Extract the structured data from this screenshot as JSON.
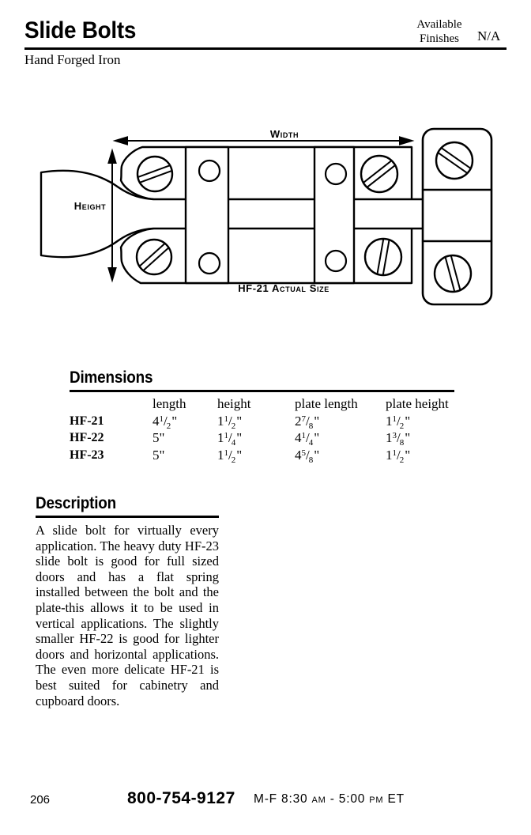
{
  "header": {
    "title": "Slide Bolts",
    "subtitle": "Hand Forged Iron",
    "available_line1": "Available",
    "available_line2": "Finishes",
    "finishes_value": "N/A"
  },
  "diagram": {
    "width_label": "Width",
    "height_label": "Height",
    "caption": "HF-21 Actual Size"
  },
  "dimensions": {
    "heading": "Dimensions",
    "columns": [
      "length",
      "height",
      "plate length",
      "plate height"
    ],
    "rows": [
      {
        "model": "HF-21",
        "length": "4 1/2\"",
        "height": "1 1/2\"",
        "plate_length": "2 7/8\"",
        "plate_height": "1 1/2\""
      },
      {
        "model": "HF-22",
        "length": "5\"",
        "height": "1 1/4\"",
        "plate_length": "4 1/4\"",
        "plate_height": "1 3/8\""
      },
      {
        "model": "HF-23",
        "length": "5\"",
        "height": "1 1/2\"",
        "plate_length": "4 5/8\"",
        "plate_height": "1 1/2\""
      }
    ]
  },
  "description": {
    "heading": "Description",
    "body": "A slide bolt for virtually every application. The heavy duty HF-23 slide bolt is good for full sized doors and has a flat spring installed between the bolt and the plate-this allows it to be used in vertical applications. The slightly smaller HF-22 is good for lighter doors and horizontal applications. The even more delicate HF-21 is best suited for cabinetry and cupboard doors."
  },
  "footer": {
    "page_number": "206",
    "phone": "800-754-9127",
    "hours": "M-F 8:30 am - 5:00 pm ET"
  }
}
